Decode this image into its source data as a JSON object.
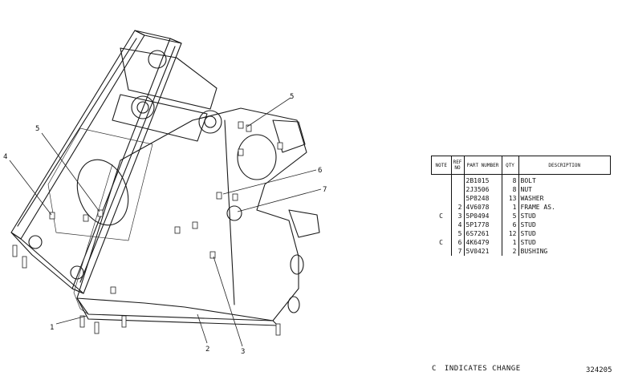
{
  "callouts": {
    "c1": "1",
    "c2": "2",
    "c3": "3",
    "c4": "4",
    "c5a": "5",
    "c5b": "5",
    "c6": "6",
    "c7": "7"
  },
  "table": {
    "headers": {
      "note": "NOTE",
      "ref": "REF NO",
      "part": "PART NUMBER",
      "qty": "QTY",
      "desc": "DESCRIPTION"
    },
    "rows": [
      {
        "note": "",
        "ref": "",
        "part": "2B1015",
        "qty": "8",
        "desc": "BOLT"
      },
      {
        "note": "",
        "ref": "",
        "part": "2J3506",
        "qty": "8",
        "desc": "NUT"
      },
      {
        "note": "",
        "ref": "",
        "part": "5P8248",
        "qty": "13",
        "desc": "WASHER"
      },
      {
        "note": "",
        "ref": "2",
        "part": "4V6078",
        "qty": "1",
        "desc": "FRAME AS."
      },
      {
        "note": "C",
        "ref": "3",
        "part": "5P0494",
        "qty": "5",
        "desc": "STUD"
      },
      {
        "note": "",
        "ref": "4",
        "part": "5P1778",
        "qty": "6",
        "desc": "STUD"
      },
      {
        "note": "",
        "ref": "5",
        "part": "6S7261",
        "qty": "12",
        "desc": "STUD"
      },
      {
        "note": "C",
        "ref": "6",
        "part": "4K6479",
        "qty": "1",
        "desc": "STUD"
      },
      {
        "note": "",
        "ref": "7",
        "part": "5V0421",
        "qty": "2",
        "desc": "BUSHING"
      }
    ]
  },
  "legend": {
    "mark": "C",
    "text": "INDICATES CHANGE"
  },
  "illustration_id": "324205"
}
